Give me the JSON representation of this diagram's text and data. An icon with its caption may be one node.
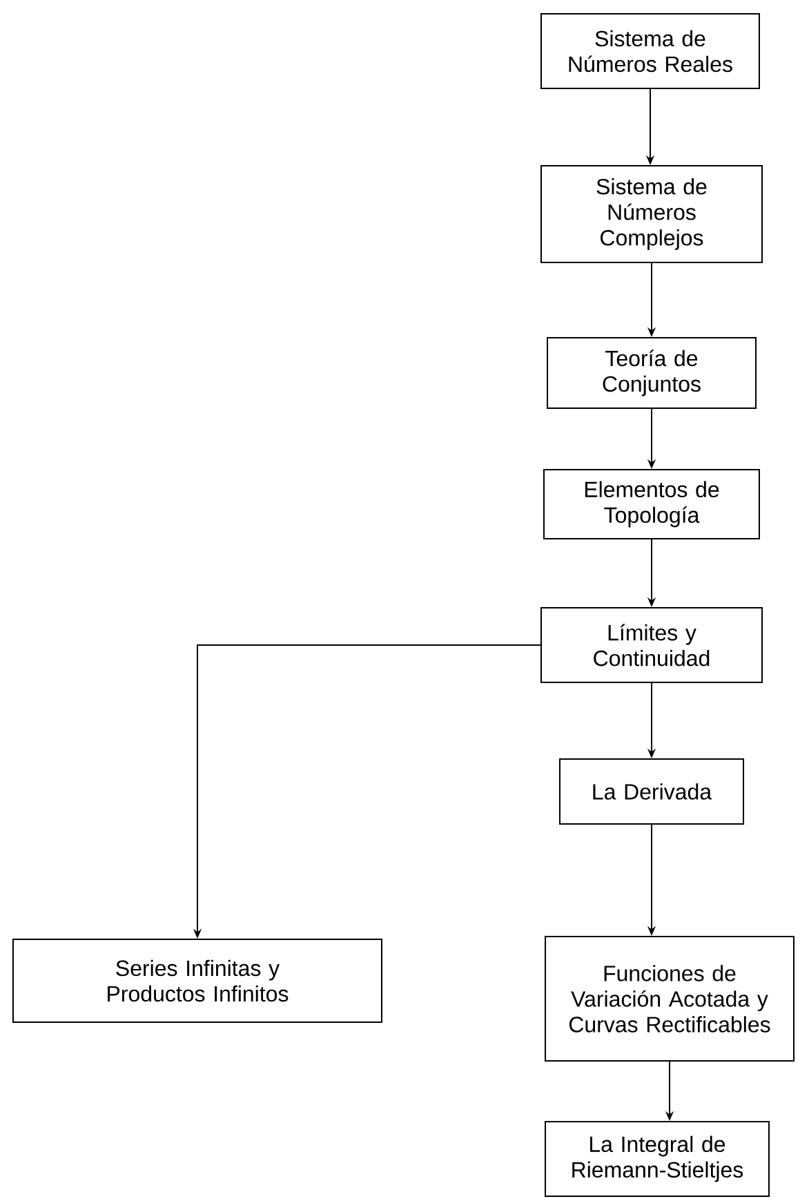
{
  "diagram": {
    "nodes": [
      {
        "text": [
          "Sistema de Números Reales"
        ]
      },
      {
        "text": [
          "Sistema de Números Complejos"
        ]
      },
      {
        "text": [
          "Teoría de Conjuntos"
        ]
      },
      {
        "text": [
          "Elementos de Topología"
        ]
      },
      {
        "text": [
          "Límites y Continuidad"
        ]
      },
      {
        "text": [
          "La Derivada"
        ]
      },
      {
        "text": [
          "Series Infinitas y Productos Infinitos"
        ]
      },
      {
        "text": [
          "Funciones de Variación Acotada y Curvas Rectificables"
        ]
      },
      {
        "text": [
          "La Integral de Riemann-Stieltjes"
        ]
      }
    ],
    "edges": [
      {
        "from": 0,
        "to": 1,
        "arrow": "to"
      },
      {
        "from": 1,
        "to": 2,
        "arrow": "to"
      },
      {
        "from": 2,
        "to": 3,
        "arrow": "to"
      },
      {
        "from": 3,
        "to": 4,
        "arrow": "to"
      },
      {
        "from": 4,
        "to": 5,
        "arrow": "to"
      },
      {
        "from": 4,
        "to": 6,
        "arrow": "to"
      },
      {
        "from": 5,
        "to": 7,
        "arrow": "to"
      },
      {
        "from": 7,
        "to": 8,
        "arrow": "to"
      }
    ]
  }
}
